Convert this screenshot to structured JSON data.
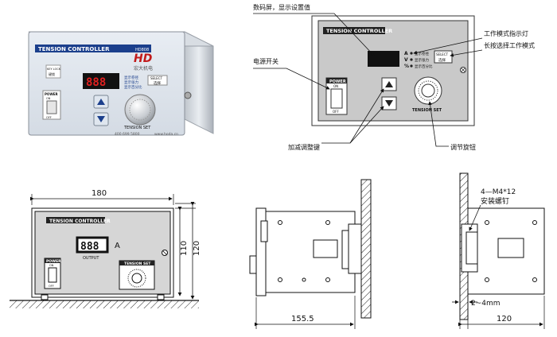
{
  "photo": {
    "brand_logo": "HD",
    "brand_cn": "宏大机电",
    "model": "HD808",
    "panel_title": "TENSION CONTROLLER",
    "display": "888",
    "mode_items": [
      "显示卷径",
      "显示张力",
      "显示百分比"
    ],
    "select_label": "SELECT",
    "select_cn": "选择",
    "key_lock": "KEY LOCK",
    "key_lock_cn": "键锁",
    "power": "POWER",
    "on": "ON",
    "off": "OFF",
    "knob_label": "TENSION SET",
    "phone": "400 699 5800",
    "url": "www.hoda.cn"
  },
  "front_diagram": {
    "title": "TENSION CONTROLLER",
    "mode_letters": [
      "A",
      "V",
      "%"
    ],
    "mode_items": [
      "显示卷径",
      "显示张力",
      "显示百分比"
    ],
    "select_label": "SELECT",
    "select_cn": "选择",
    "power": "POWER",
    "on": "ON",
    "off": "OFF",
    "knob_label": "TENSION SET",
    "callouts": {
      "display": "数码屏，显示设置值",
      "indicator": "工作模式指示灯",
      "long_press": "长按选择工作模式",
      "power_switch": "电源开关",
      "keys": "加减调整键",
      "knob": "调节旋钮"
    }
  },
  "dim_front": {
    "title": "TENSION CONTROLLER",
    "display": "888",
    "unit": "A",
    "output": "OUTPUT",
    "power": "POWER",
    "on": "ON",
    "off": "OFF",
    "tension_set": "TENSION SET",
    "width": "180",
    "h_inner": "110",
    "h_outer": "120"
  },
  "dim_side1": {
    "depth": "155.5"
  },
  "dim_side2": {
    "screw_line1": "4—M4*12",
    "screw_line2": "安装螺钉",
    "gap": "2~4mm",
    "width": "120"
  }
}
